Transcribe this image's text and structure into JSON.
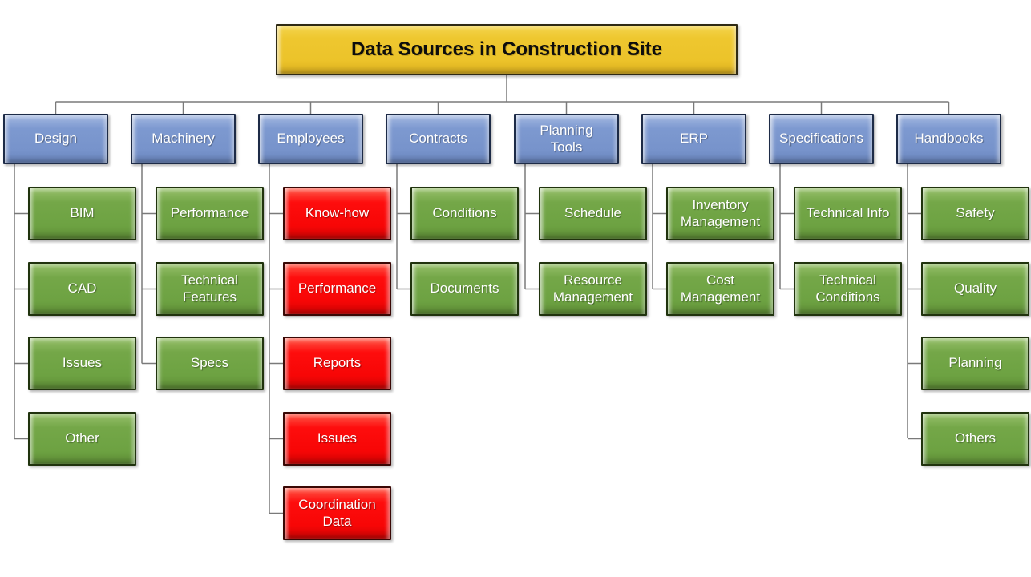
{
  "title": "Data Sources in Construction Site",
  "palette": {
    "root_fill": "#EEC72F",
    "category_fill": "#7A96CE",
    "leaf_green_fill": "#6FA344",
    "leaf_red_fill": "#FE0808",
    "connector": "#7A7A7A"
  },
  "columns": [
    {
      "label": "Design",
      "child_style": "green",
      "children": [
        "BIM",
        "CAD",
        "Issues",
        "Other"
      ]
    },
    {
      "label": "Machinery",
      "child_style": "green",
      "children": [
        "Performance",
        "Technical\nFeatures",
        "Specs"
      ]
    },
    {
      "label": "Employees",
      "child_style": "red",
      "children": [
        "Know-how",
        "Performance",
        "Reports",
        "Issues",
        "Coordination\nData"
      ]
    },
    {
      "label": "Contracts",
      "child_style": "green",
      "children": [
        "Conditions",
        "Documents"
      ]
    },
    {
      "label": "Planning\nTools",
      "child_style": "green",
      "children": [
        "Schedule",
        "Resource\nManagement"
      ]
    },
    {
      "label": "ERP",
      "child_style": "green",
      "children": [
        "Inventory\nManagement",
        "Cost\nManagement"
      ]
    },
    {
      "label": "Specifications",
      "child_style": "green",
      "children": [
        "Technical Info",
        "Technical\nConditions"
      ]
    },
    {
      "label": "Handbooks",
      "child_style": "green",
      "children": [
        "Safety",
        "Quality",
        "Planning",
        "Others"
      ]
    }
  ]
}
